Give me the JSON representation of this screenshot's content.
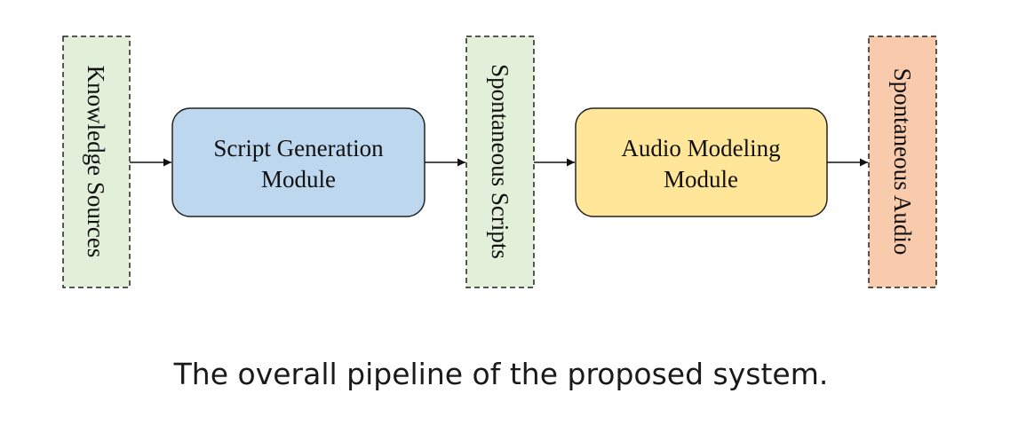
{
  "diagram": {
    "knowledge_sources": {
      "label": "Knowledge Sources",
      "fill": "#e2efd9",
      "border": "#222222"
    },
    "script_generation": {
      "line1": "Script Generation",
      "line2": "Module",
      "fill": "#bdd7ee",
      "border": "#222222"
    },
    "spontaneous_scripts": {
      "label": "Spontaneous Scripts",
      "fill": "#e2efd9",
      "border": "#222222"
    },
    "audio_modeling": {
      "line1": "Audio Modeling",
      "line2": "Module",
      "fill": "#ffe699",
      "border": "#222222"
    },
    "spontaneous_audio": {
      "label": "Spontaneous Audio",
      "fill": "#f8cbad",
      "border": "#222222"
    },
    "arrow_color": "#111111"
  },
  "caption": "The overall pipeline of the proposed system."
}
